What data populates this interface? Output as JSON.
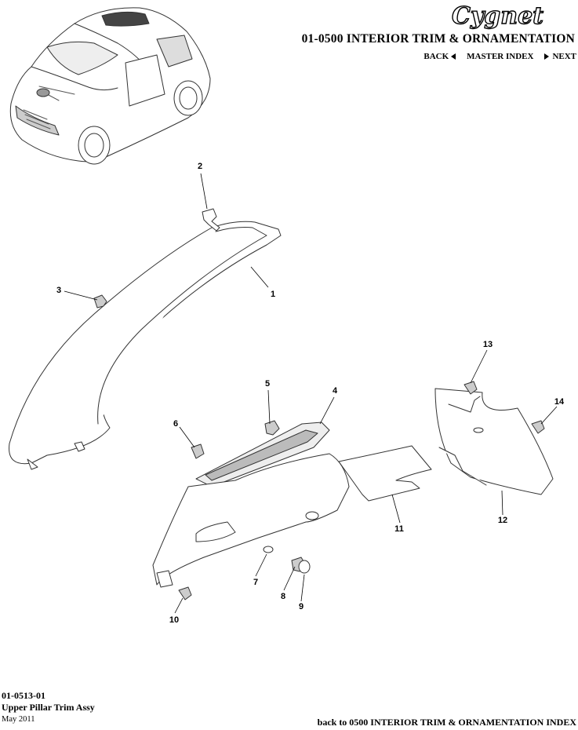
{
  "header": {
    "logo_text": "Cygnet",
    "section_title": "01-0500 INTERIOR TRIM & ORNAMENTATION",
    "nav": {
      "back": "BACK",
      "master_index": "MASTER INDEX",
      "next": "NEXT"
    }
  },
  "diagram": {
    "callouts": [
      "1",
      "2",
      "3",
      "4",
      "5",
      "6",
      "7",
      "8",
      "9",
      "10",
      "11",
      "12",
      "13",
      "14"
    ]
  },
  "footer": {
    "part_number": "01-0513-01",
    "part_name": "Upper Pillar Trim Assy",
    "date": "May 2011",
    "back_link": "back to 0500 INTERIOR TRIM & ORNAMENTATION INDEX"
  }
}
